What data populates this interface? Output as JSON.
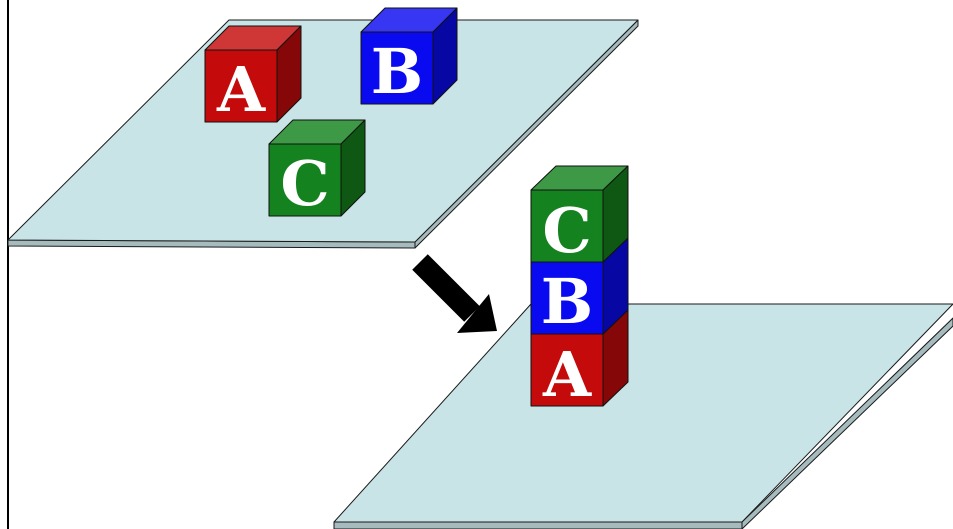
{
  "colors": {
    "table_top": "#c9e4e6",
    "table_edge": "#1a1a1a",
    "block_a": "#c40a0a",
    "block_b": "#0a0af0",
    "block_c": "#14821e",
    "letter": "#ffffff",
    "arrow": "#000000"
  },
  "initial_state": {
    "blocks": [
      {
        "label": "A",
        "color_key": "block_a"
      },
      {
        "label": "B",
        "color_key": "block_b"
      },
      {
        "label": "C",
        "color_key": "block_c"
      }
    ]
  },
  "goal_state": {
    "stack_bottom_to_top": [
      {
        "label": "A",
        "color_key": "block_a"
      },
      {
        "label": "B",
        "color_key": "block_b"
      },
      {
        "label": "C",
        "color_key": "block_c"
      }
    ]
  },
  "transition": {
    "icon": "arrow-down-right-icon"
  }
}
